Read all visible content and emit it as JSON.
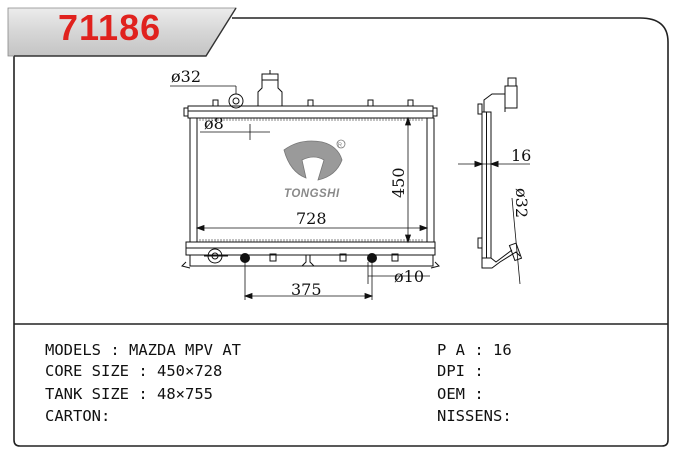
{
  "part_number": "71186",
  "brand": "TONGSHI",
  "dimensions": {
    "inlet_diameter": "ø32",
    "fitting_diameter": "ø8",
    "core_height": "450",
    "core_width": "728",
    "thickness": "16",
    "side_diameter": "ø32",
    "outlet_diameter": "ø10",
    "bracket_span": "375"
  },
  "specs": {
    "models": {
      "label": "MODELS",
      "value": "MAZDA MPV AT"
    },
    "core_size": {
      "label": "CORE SIZE",
      "value": "450×728"
    },
    "tank_size": {
      "label": "TANK SIZE",
      "value": "48×755"
    },
    "carton": {
      "label": "CARTON:",
      "value": ""
    },
    "pa": {
      "label": "P A",
      "value": "16"
    },
    "dpi": {
      "label": "DPI",
      "value": ""
    },
    "oem": {
      "label": "OEM",
      "value": ""
    },
    "nissens": {
      "label": "NISSENS:",
      "value": ""
    }
  },
  "colors": {
    "part_number": "#e0221e",
    "banner": "#d9d9d9",
    "logo": "#8a8a8a"
  }
}
